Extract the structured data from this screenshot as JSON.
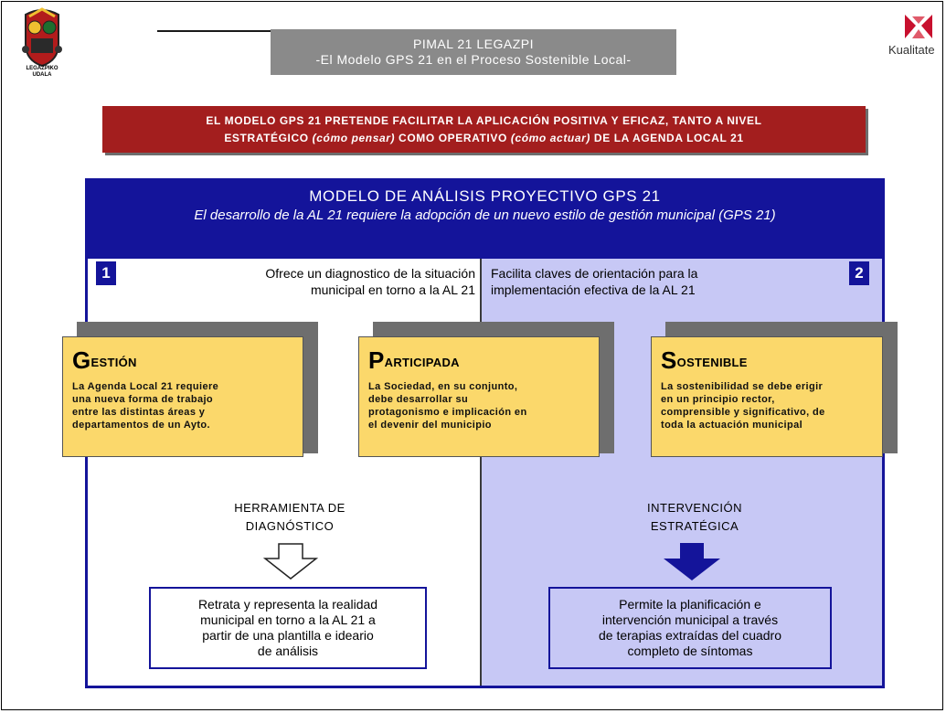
{
  "header": {
    "title_line1": "PIMAL 21 LEGAZPI",
    "title_line2": "-El Modelo GPS 21 en el Proceso Sostenible Local-",
    "left_logo_text1": "LEGAZPIKO",
    "left_logo_text2": "UDALA",
    "right_logo_text": "Kualitate"
  },
  "banner": {
    "line1": "EL MODELO GPS 21 PRETENDE FACILITAR LA APLICACIÓN POSITIVA Y EFICAZ, TANTO A NIVEL",
    "line2_a": "ESTRATÉGICO ",
    "line2_b": "(cómo pensar)",
    "line2_c": " COMO OPERATIVO ",
    "line2_d": "(cómo actuar)",
    "line2_e": " DE LA AGENDA LOCAL 21"
  },
  "model": {
    "title": "MODELO DE ANÁLISIS PROYECTIVO GPS 21",
    "subtitle": "El desarrollo de la AL 21 requiere la adopción de un nuevo estilo de gestión municipal (GPS 21)"
  },
  "left_side": {
    "number": "1",
    "intro_line1": "Ofrece un diagnostico de la situación",
    "intro_line2": "municipal en torno a la AL 21",
    "tool_line1": "HERRAMIENTA DE",
    "tool_line2": "DIAGNÓSTICO",
    "result_lines": [
      "Retrata y representa la realidad",
      "municipal en torno a la AL 21 a",
      "partir de una plantilla e ideario",
      "de análisis"
    ]
  },
  "right_side": {
    "number": "2",
    "intro_line1": "Facilita claves de orientación para la",
    "intro_line2": "implementación efectiva de la AL 21",
    "tool_line1": "INTERVENCIÓN",
    "tool_line2": "ESTRATÉGICA",
    "result_lines": [
      "Permite la planificación e",
      "intervención municipal a través",
      "de terapias extraídas del cuadro",
      "completo de síntomas"
    ]
  },
  "cards": [
    {
      "initial": "G",
      "rest": "ESTIÓN",
      "lines": [
        "La Agenda Local 21 requiere",
        "una nueva forma de trabajo",
        "entre las distintas áreas y",
        "departamentos de un Ayto."
      ]
    },
    {
      "initial": "P",
      "rest": "ARTICIPADA",
      "lines": [
        "La Sociedad, en su conjunto,",
        "debe desarrollar su",
        "protagonismo e implicación en",
        "el devenir del municipio"
      ]
    },
    {
      "initial": "S",
      "rest": "OSTENIBLE",
      "lines": [
        "La sostenibilidad se debe erigir",
        "en un principio rector,",
        "comprensible y significativo, de",
        "toda la actuación municipal"
      ]
    }
  ],
  "colors": {
    "navy": "#14149a",
    "banner_red": "#a31e1e",
    "card_yellow": "#fbd86b",
    "lavender": "#c7c8f5",
    "header_grey": "#8a8a8a"
  },
  "icons": {
    "left_logo": "municipal-crest-icon",
    "right_logo": "kualitate-logo-icon",
    "hollow_arrow": "hollow-down-arrow-icon",
    "solid_arrow": "solid-down-arrow-icon"
  }
}
